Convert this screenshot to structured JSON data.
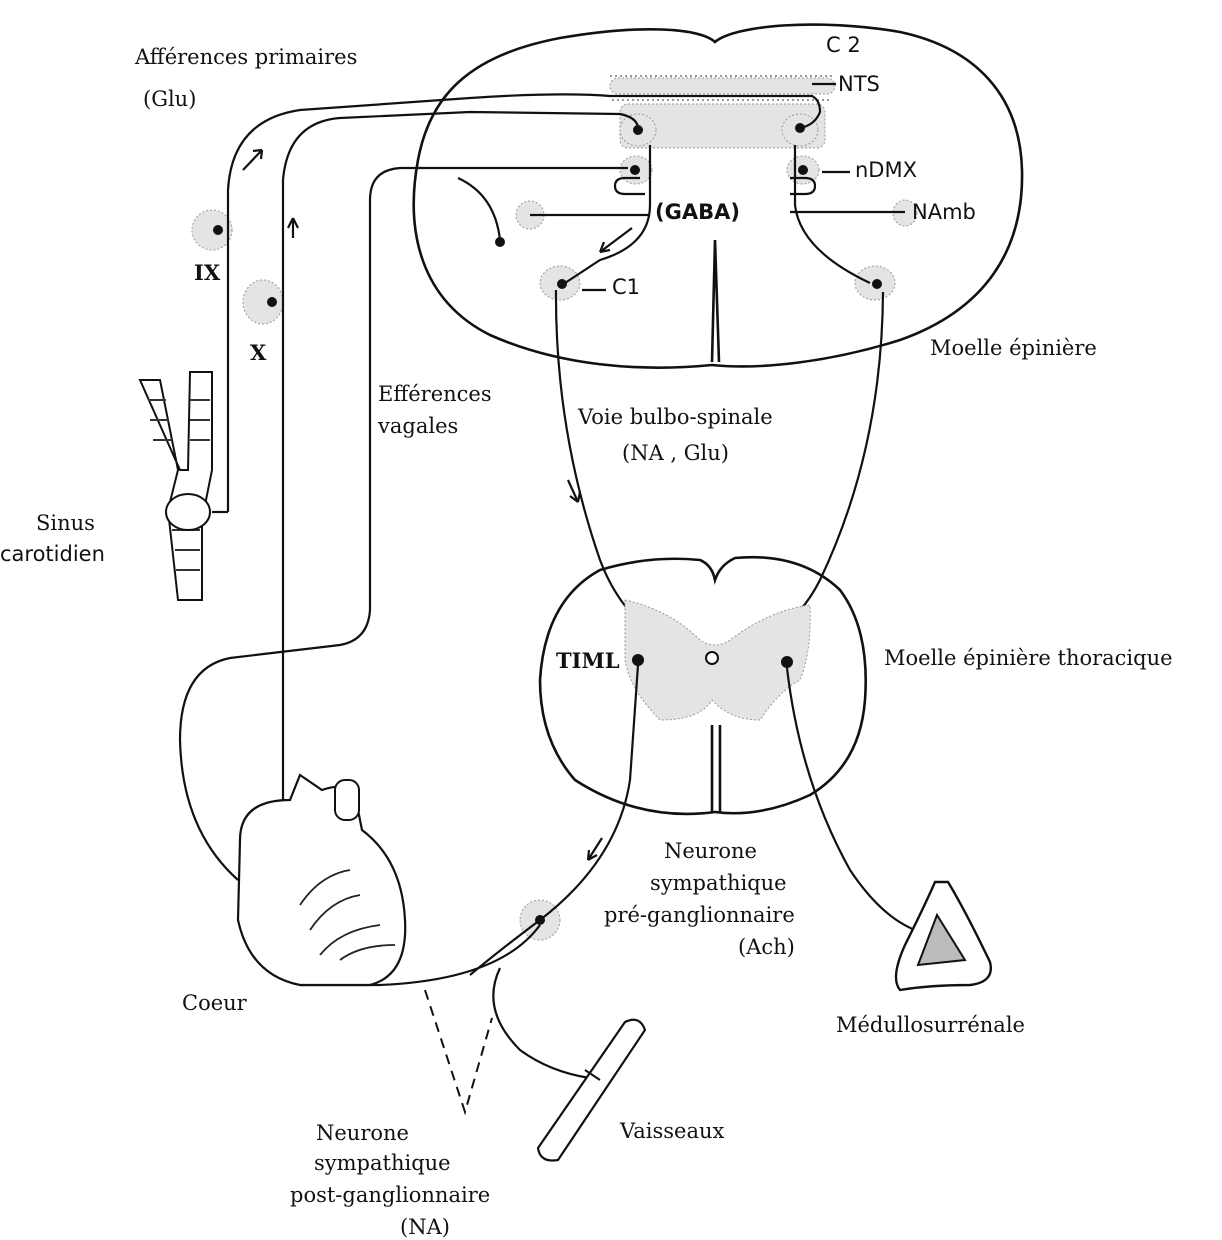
{
  "labels": {
    "afferences": "Afférences primaires",
    "glu": "(Glu)",
    "c2": "C 2",
    "nts": "NTS",
    "ndmx": "nDMX",
    "gaba": "(GABA)",
    "namb": "NAmb",
    "c1": "C1",
    "ix": "IX",
    "x": "X",
    "moelle": "Moelle épinière",
    "efferences_1": "Efférences",
    "efferences_2": "vagales",
    "voie_1": "Voie bulbo-spinale",
    "voie_2": "(NA , Glu)",
    "sinus_1": "Sinus",
    "sinus_2": "carotidien",
    "timl": "TIML",
    "thoracique": "Moelle épinière thoracique",
    "pre_1": "Neurone",
    "pre_2": "sympathique",
    "pre_3": "pré-ganglionnaire",
    "pre_4": "(Ach)",
    "coeur": "Coeur",
    "medullo": "Médullosurrénale",
    "vaisseaux": "Vaisseaux",
    "post_1": "Neurone",
    "post_2": "sympathique",
    "post_3": "post-ganglionnaire",
    "post_4": "(NA)"
  }
}
